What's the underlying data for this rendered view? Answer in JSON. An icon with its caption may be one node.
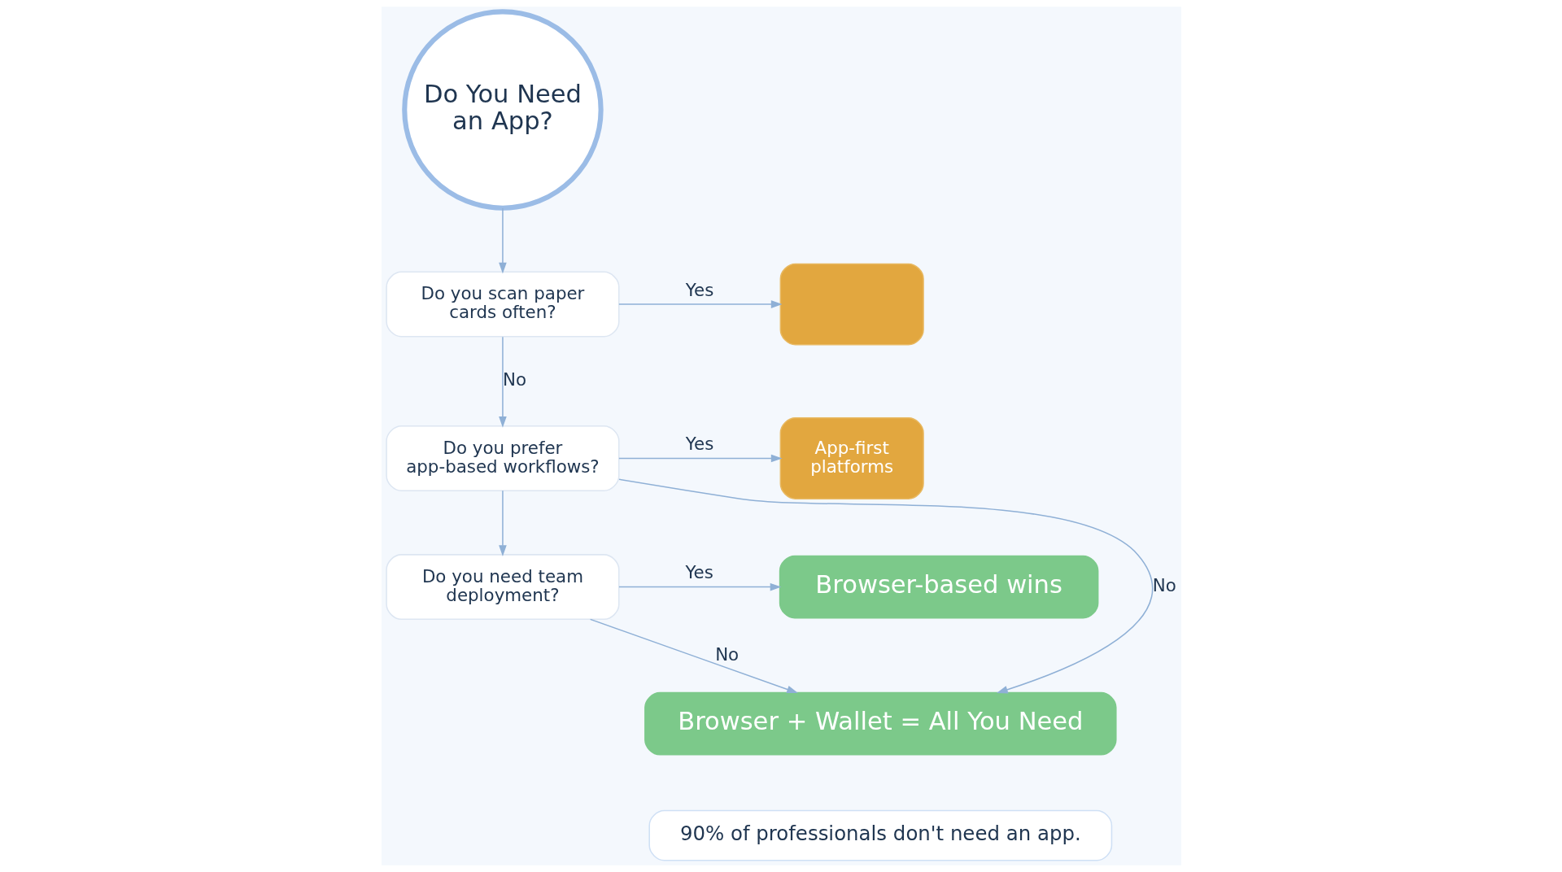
{
  "diagram": {
    "nodes": [
      {
        "text": [
          "Do You Need an App?"
        ]
      },
      {
        "text": [
          "Do you scan paper cards often?"
        ]
      },
      {
        "text": [],
        "shape": "box"
      },
      {
        "text": [
          "Do you prefer app-based workflows?"
        ]
      },
      {
        "text": [
          "App-first platforms"
        ]
      },
      {
        "text": [
          "Do you need team deployment?"
        ]
      },
      {
        "text": [
          "Browser-based wins"
        ]
      },
      {
        "text": [
          "Browser + Wallet = All You Need"
        ]
      }
    ],
    "edges": [
      {
        "from": 0,
        "to": 1,
        "arrow": "to"
      },
      {
        "from": 1,
        "to": 2,
        "arrow": "to",
        "label": "Yes"
      },
      {
        "from": 1,
        "to": 3,
        "arrow": "to",
        "label": "No"
      },
      {
        "from": 3,
        "to": 4,
        "arrow": "to",
        "label": "Yes"
      },
      {
        "from": 3,
        "to": 5,
        "arrow": "to"
      },
      {
        "from": 5,
        "to": 6,
        "arrow": "to",
        "label": "Yes"
      },
      {
        "from": 3,
        "to": 7,
        "arrow": "to",
        "label": "No"
      },
      {
        "from": 5,
        "to": 7,
        "arrow": "to",
        "label": "No"
      }
    ],
    "labels": [
      "90% of professionals don't need an app."
    ]
  }
}
